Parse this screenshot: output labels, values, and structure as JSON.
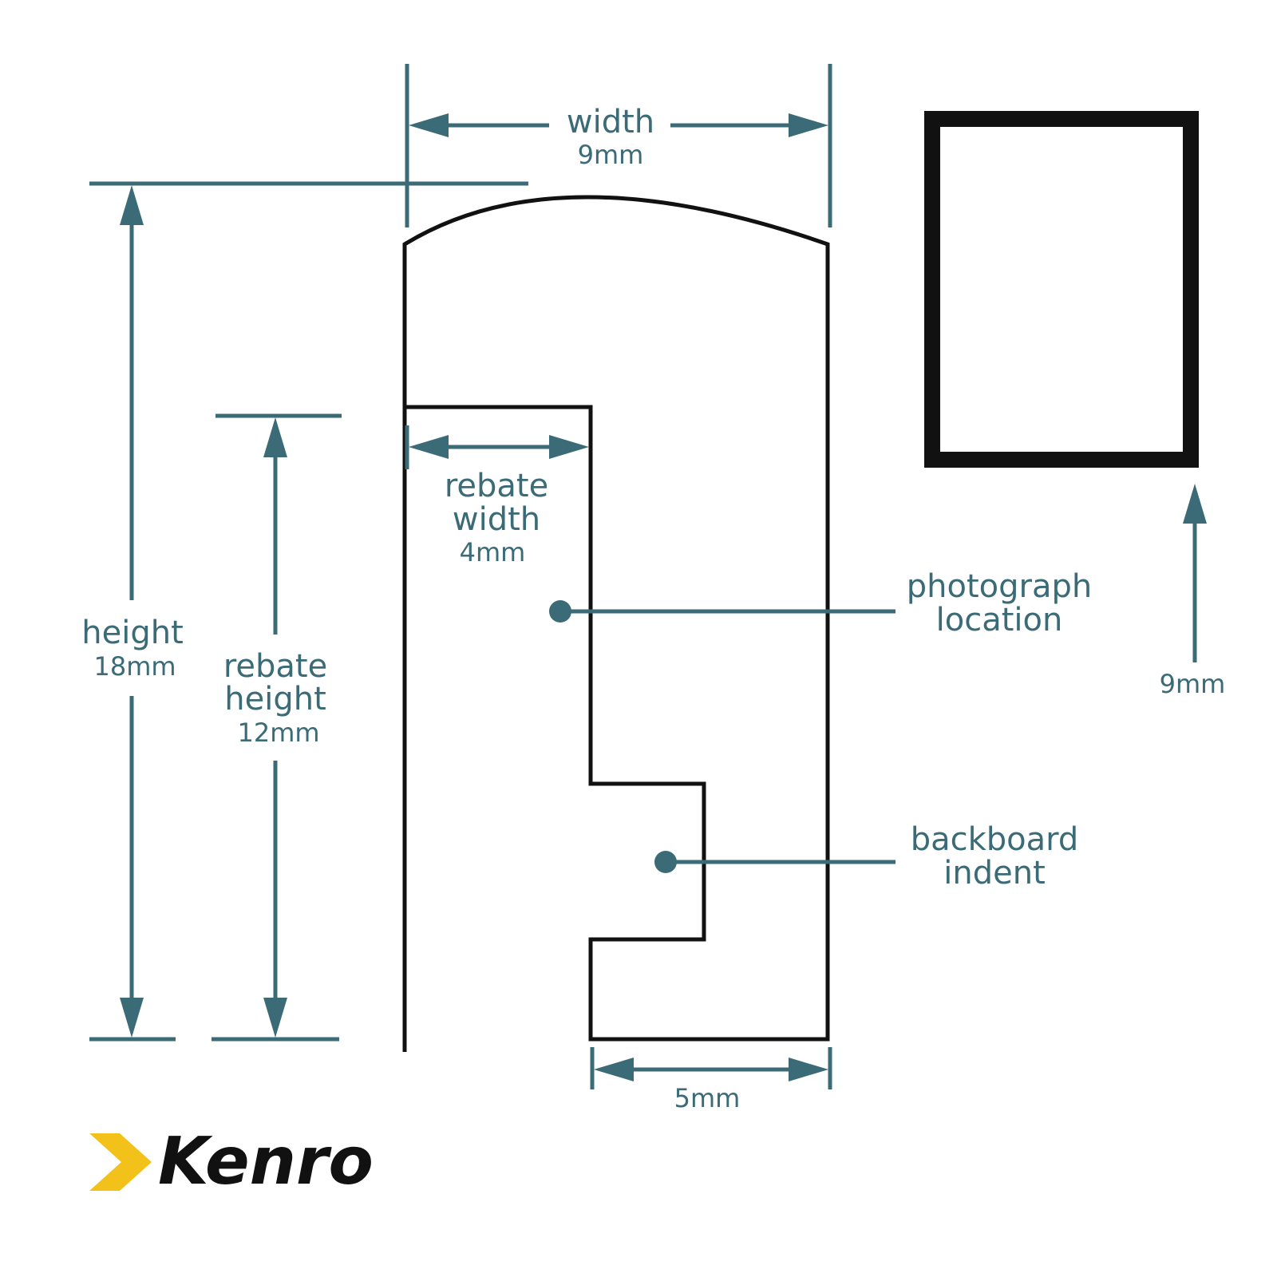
{
  "labels": {
    "width_title": "width",
    "width_value": "9mm",
    "height_title": "height",
    "height_value": "18mm",
    "rebate_height_line1": "rebate",
    "rebate_height_line2": "height",
    "rebate_height_value": "12mm",
    "rebate_width_line1": "rebate",
    "rebate_width_line2": "width",
    "rebate_width_value": "4mm",
    "photo_line1": "photograph",
    "photo_line2": "location",
    "backboard_line1": "backboard",
    "backboard_line2": "indent",
    "bottom_width_value": "5mm",
    "frame_depth_value": "9mm"
  },
  "logo": {
    "text": "Kenro"
  },
  "colors": {
    "dimension": "#3a6b76",
    "outline": "#111111",
    "logo_chevron": "#f2c21b"
  }
}
